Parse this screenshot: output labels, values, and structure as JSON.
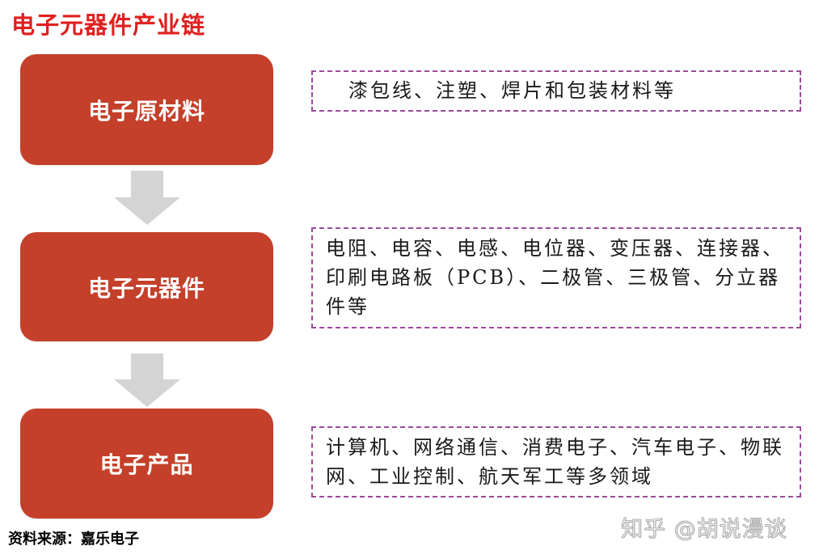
{
  "title": "电子元器件产业链",
  "colors": {
    "title": "#e0201f",
    "stage_fill": "#c4402a",
    "arrow_fill": "#d4d4d4",
    "dashed_border": "#9b4a9b"
  },
  "stages": [
    {
      "label": "电子原材料",
      "detail": "漆包线、注塑、焊片和包装材料等"
    },
    {
      "label": "电子元器件",
      "detail": "电阻、电容、电感、电位器、变压器、连接器、印刷电路板（PCB）、二极管、三极管、分立器件等"
    },
    {
      "label": "电子产品",
      "detail": "计算机、网络通信、消费电子、汽车电子、物联网、工业控制、航天军工等多领域"
    }
  ],
  "arrows": [
    {
      "icon": "down-arrow-icon",
      "from": "电子原材料",
      "to": "电子元器件"
    },
    {
      "icon": "down-arrow-icon",
      "from": "电子元器件",
      "to": "电子产品"
    }
  ],
  "footer": {
    "source": "资料来源：嘉乐电子",
    "watermark": "知乎 @胡说漫谈"
  }
}
